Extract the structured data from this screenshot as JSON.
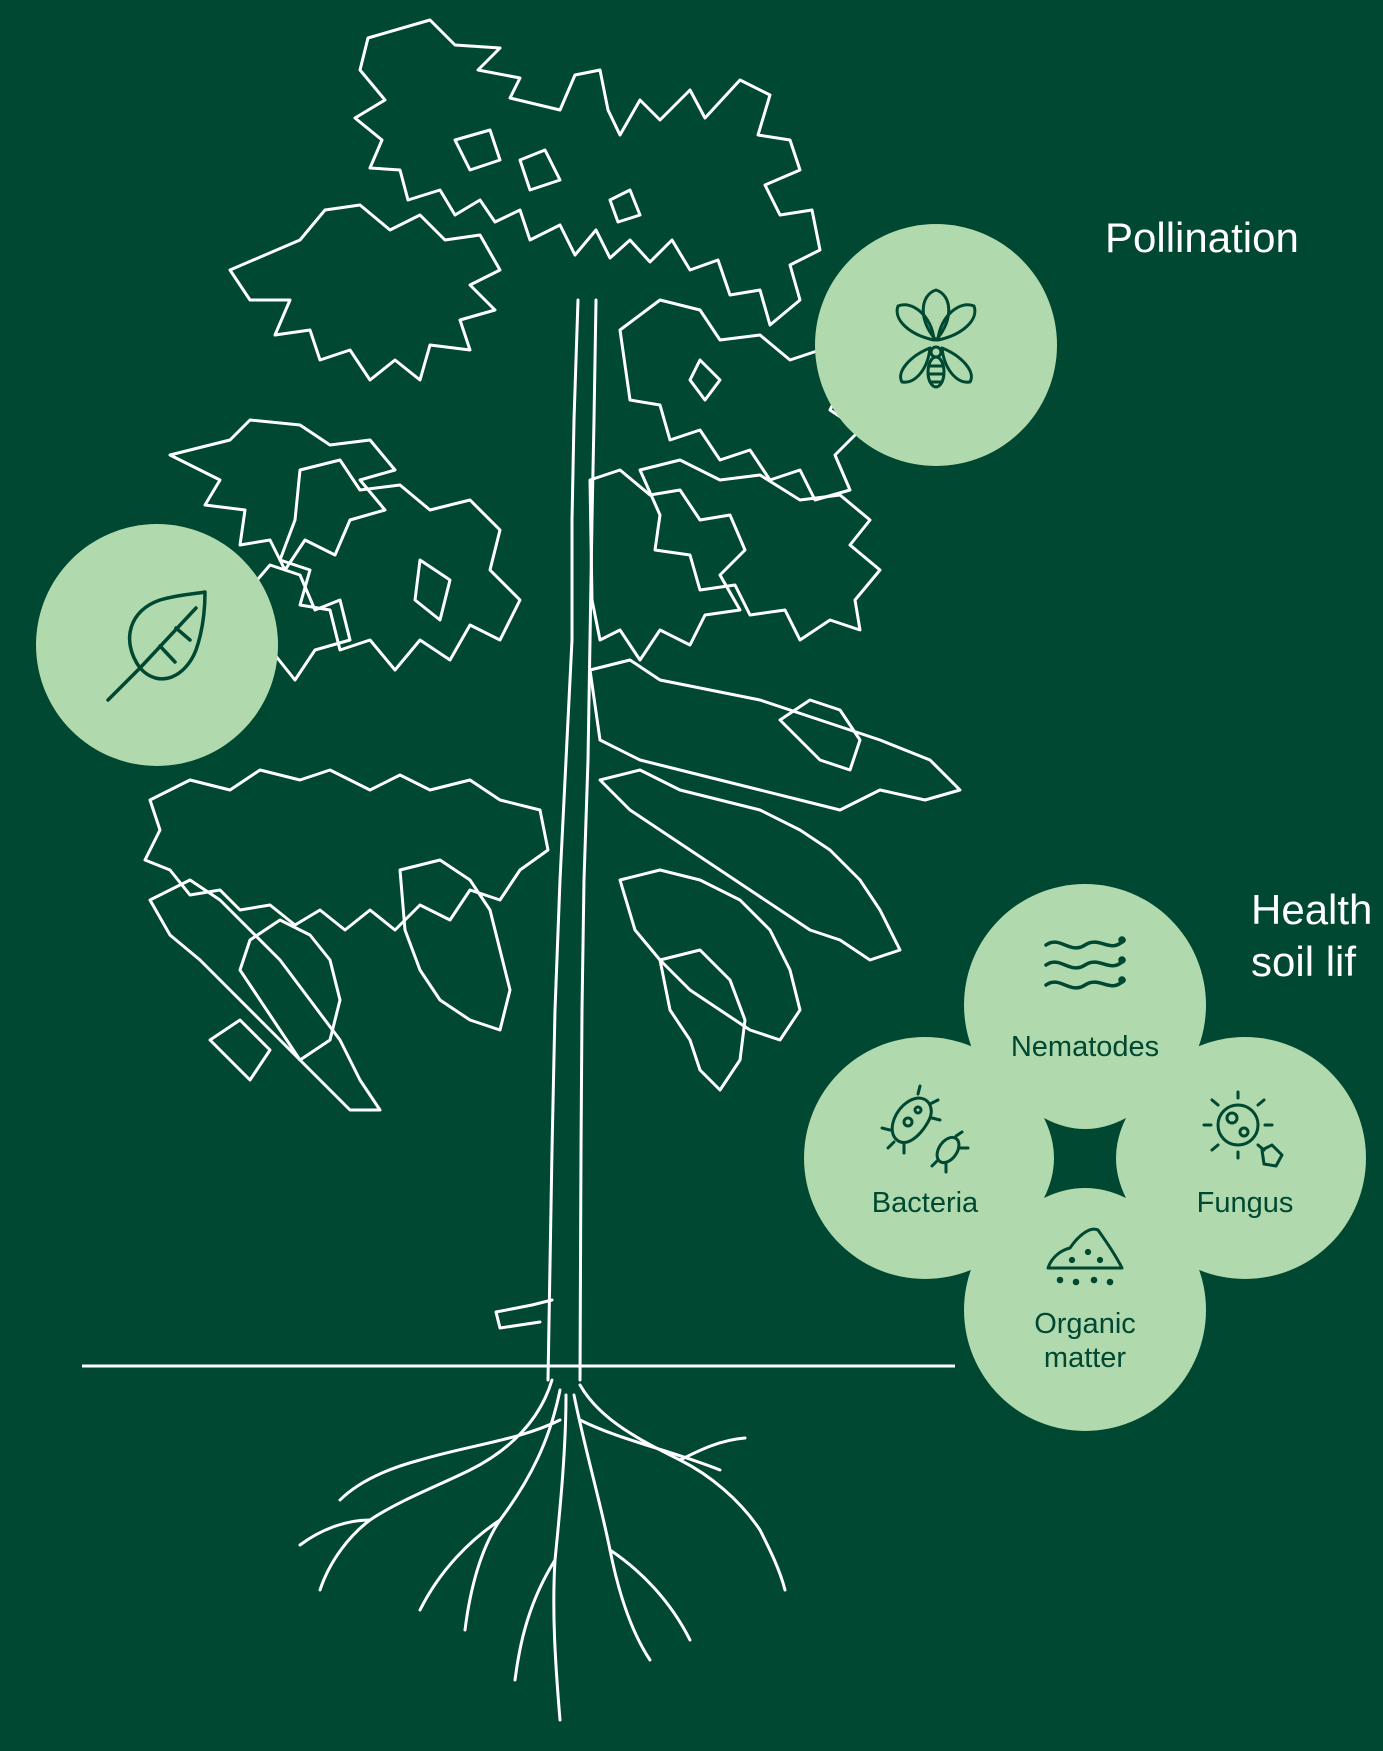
{
  "colors": {
    "background": "#004831",
    "circle_fill": "#b0d9ad",
    "icon_stroke": "#004831",
    "outline": "#ffffff"
  },
  "labels": {
    "pollination": "Pollination",
    "healthy_soil_life": [
      "Health",
      "soil lif"
    ]
  },
  "soil_life": {
    "nematodes": "Nematodes",
    "bacteria": "Bacteria",
    "fungus": "Fungus",
    "organic_matter": [
      "Organic",
      "matter"
    ]
  },
  "icons": {
    "pollination": "flower-bee-icon",
    "leaf": "leaf-icon",
    "nematodes": "nematode-worms-icon",
    "bacteria": "bacteria-icon",
    "fungus": "fungus-spore-icon",
    "organic_matter": "soil-pile-icon"
  }
}
